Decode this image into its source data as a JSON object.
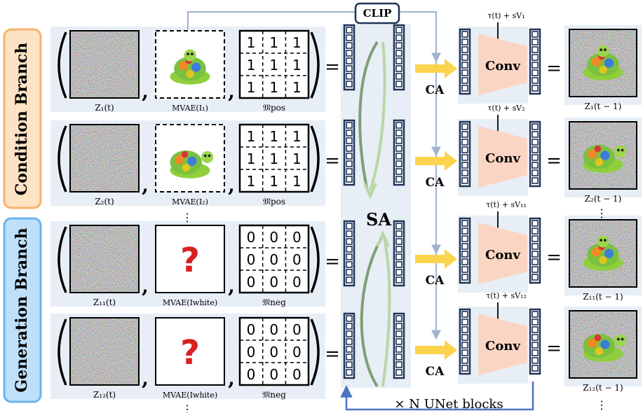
{
  "branches": [
    {
      "label": "Condition Branch",
      "fill": "#fde3c4",
      "stroke": "#f7b26b"
    },
    {
      "label": "Generation Branch",
      "fill": "#bfe0fb",
      "stroke": "#6ab4ee"
    }
  ],
  "clip_label": "CLIP",
  "sa_label": "SA",
  "ca_label": "CA",
  "conv_label": "Conv",
  "loop_label": "× N UNet blocks",
  "equals": "=",
  "comma": ",",
  "question": "?",
  "ellipsis": "⋮",
  "rows": [
    {
      "z_label": "Z₁(t)",
      "mvae_label": "MVAE(I₁)",
      "mask_label": "𝔐pos",
      "mask_value": "1",
      "image_kind": "turtle-front",
      "timestep": "τ(t) + sV₁",
      "out_label": "Z₁(t − 1)"
    },
    {
      "z_label": "Z₂(t)",
      "mvae_label": "MVAE(I₂)",
      "mask_label": "𝔐pos",
      "mask_value": "1",
      "image_kind": "turtle-side",
      "timestep": "τ(t) + sV₂",
      "out_label": "Z₂(t − 1)"
    },
    {
      "z_label": "Z₁₁(t)",
      "mvae_label": "MVAE(Iwhite)",
      "mask_label": "𝔐neg",
      "mask_value": "0",
      "image_kind": "unknown",
      "timestep": "τ(t) + sV₁₁",
      "out_label": "Z₁₁(t − 1)"
    },
    {
      "z_label": "Z₁₂(t)",
      "mvae_label": "MVAE(Iwhite)",
      "mask_label": "𝔐neg",
      "mask_value": "0",
      "image_kind": "unknown",
      "timestep": "τ(t) + sV₁₂",
      "out_label": "Z₁₂(t − 1)"
    }
  ],
  "colors": {
    "row_bg": "#e7eef6",
    "token_stroke": "#1e3357",
    "ca_arrow": "#fcd34d",
    "conv_fill": "#fbd5c3",
    "clip_line": "#9fb4cc",
    "loop_line": "#4a73c4",
    "sa_dark": "#7f9f74",
    "sa_light": "#b7d7a6",
    "question": "#d92020"
  }
}
